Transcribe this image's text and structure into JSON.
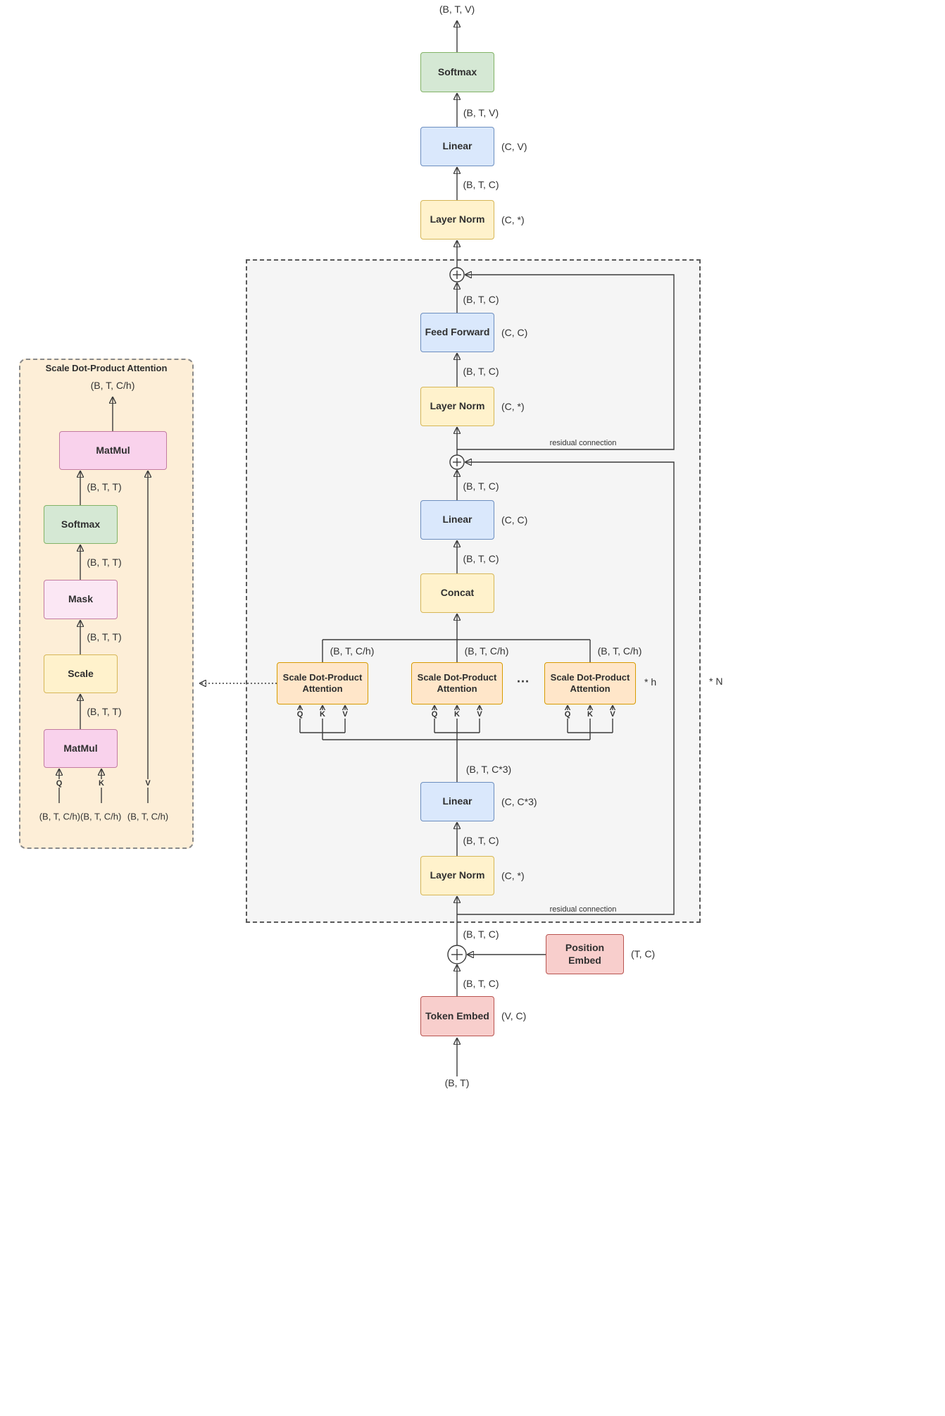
{
  "palette": {
    "green_fill": "#d5e8d4",
    "green_stroke": "#82b366",
    "blue_fill": "#dae8fc",
    "blue_stroke": "#6c8ebf",
    "yellow_fill": "#fff2cc",
    "yellow_stroke": "#d6b656",
    "red_fill": "#f8cecc",
    "red_stroke": "#b85450",
    "pink_fill": "#f9d2ec",
    "pink_stroke": "#c27ba0",
    "palepink_fill": "#fbe7f4",
    "orange_fill": "#ffe6c9",
    "orange_stroke": "#d79b00",
    "inset_fill": "#fdeed7",
    "group_fill": "#f5f5f5",
    "wire": "#3b3b3b"
  },
  "blocks": {
    "softmax_out": "Softmax",
    "linear_out": "Linear",
    "layernorm_out": "Layer Norm",
    "feed_forward": "Feed Forward",
    "layernorm_2": "Layer Norm",
    "linear_proj": "Linear",
    "concat": "Concat",
    "attention_1": "Scale Dot-Product Attention",
    "attention_2": "Scale Dot-Product Attention",
    "attention_3": "Scale Dot-Product Attention",
    "linear_qkv": "Linear",
    "layernorm_1": "Layer Norm",
    "position_embed": "Position Embed",
    "token_embed": "Token Embed",
    "inset_matmul_top": "MatMul",
    "inset_softmax": "Softmax",
    "inset_mask": "Mask",
    "inset_scale": "Scale",
    "inset_matmul_bottom": "MatMul"
  },
  "dims": {
    "linear_out": "(C, V)",
    "layernorm_out": "(C, *)",
    "feed_forward": "(C, C)",
    "layernorm_2": "(C, *)",
    "linear_proj": "(C, C)",
    "linear_qkv": "(C, C*3)",
    "layernorm_1": "(C, *)",
    "position_embed": "(T, C)",
    "token_embed": "(V, C)"
  },
  "shapes": {
    "btv": "(B, T, V)",
    "btc": "(B, T, C)",
    "btc3": "(B, T, C*3)",
    "btch": "(B, T, C/h)",
    "btch_double": "(B, T, C/h)(B, T, C/h)",
    "btt": "(B, T, T)",
    "bt": "(B, T)"
  },
  "annotations": {
    "residual_top": "residual connection",
    "residual_bottom": "residual connection",
    "times_h": "* h",
    "times_n": "* N",
    "ellipsis": "...",
    "q": "Q",
    "k": "K",
    "v": "V"
  },
  "inset": {
    "title": "Scale Dot-Product Attention"
  }
}
